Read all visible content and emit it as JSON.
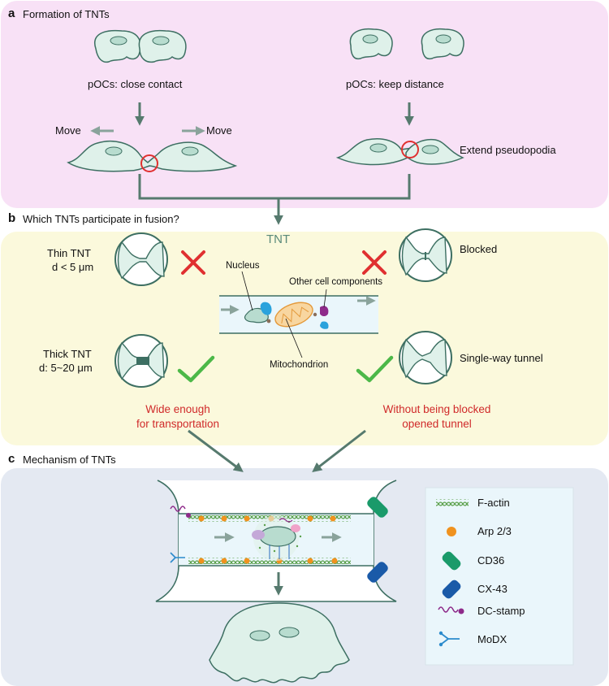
{
  "panel_a": {
    "letter": "a",
    "title": "Formation of TNTs",
    "left_caption": "pOCs: close contact",
    "right_caption": "pOCs: keep distance",
    "move_left": "Move",
    "move_right": "Move",
    "extend": "Extend pseudopodia"
  },
  "panel_b": {
    "letter": "b",
    "title": "Which TNTs participate in fusion?",
    "tnt_label": "TNT",
    "thin_tnt": "Thin TNT",
    "thin_d": "d < 5 μm",
    "thick_tnt": "Thick TNT",
    "thick_d": "d: 5~20 μm",
    "blocked": "Blocked",
    "single_way": "Single-way tunnel",
    "nucleus": "Nucleus",
    "other_components": "Other cell components",
    "mitochondrion": "Mitochondrion",
    "wide_enough_1": "Wide enough",
    "wide_enough_2": "for transportation",
    "without_blocked_1": "Without being blocked",
    "without_blocked_2": "opened tunnel"
  },
  "panel_c": {
    "letter": "c",
    "title": "Mechanism of TNTs",
    "legend": [
      {
        "label": "F-actin",
        "icon": "f-actin-icon"
      },
      {
        "label": "Arp 2/3",
        "icon": "arp23-icon"
      },
      {
        "label": "CD36",
        "icon": "cd36-icon"
      },
      {
        "label": "CX-43",
        "icon": "cx43-icon"
      },
      {
        "label": "DC-stamp",
        "icon": "dc-stamp-icon"
      },
      {
        "label": "MoDX",
        "icon": "modx-icon"
      }
    ]
  },
  "colors": {
    "panel_a_bg": "#f8e1f6",
    "panel_b_bg": "#fbf9dc",
    "panel_c_bg": "#e4e9f2",
    "cell_fill": "#dff1ea",
    "cell_stroke": "#3d6f62",
    "arrow": "#567a6e",
    "red": "#e03030",
    "green": "#4cb848",
    "note_red": "#d02a2a"
  }
}
